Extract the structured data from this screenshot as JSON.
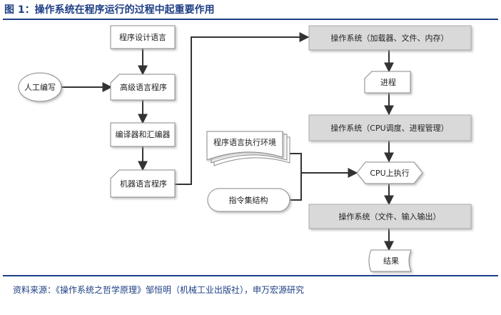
{
  "title": "图 1：操作系统在程序运行的过程中起重要作用",
  "source": "资料来源：《操作系统之哲学原理》邹恒明（机械工业出版社），申万宏源研究",
  "nodes": {
    "design_lang": "程序设计语言",
    "human_coding": "人工编写",
    "high_level": "高级语言程序",
    "compiler": "编译器和汇编器",
    "machine_lang": "机器语言程序",
    "os_loader": "操作系统（加载器、文件、内存）",
    "process": "进程",
    "os_cpu": "操作系统（CPU调度、进程管理）",
    "exec_env": "程序语言执行环境",
    "cpu_exec": "CPU上执行",
    "instruction_set": "指令集结构",
    "os_file": "操作系统（文件、输入输出）",
    "result": "结果"
  },
  "colors": {
    "accent": "#1f3f86",
    "box_fill": "#ffffff",
    "gray_fill": "#d9d9d9",
    "line": "#333333"
  }
}
